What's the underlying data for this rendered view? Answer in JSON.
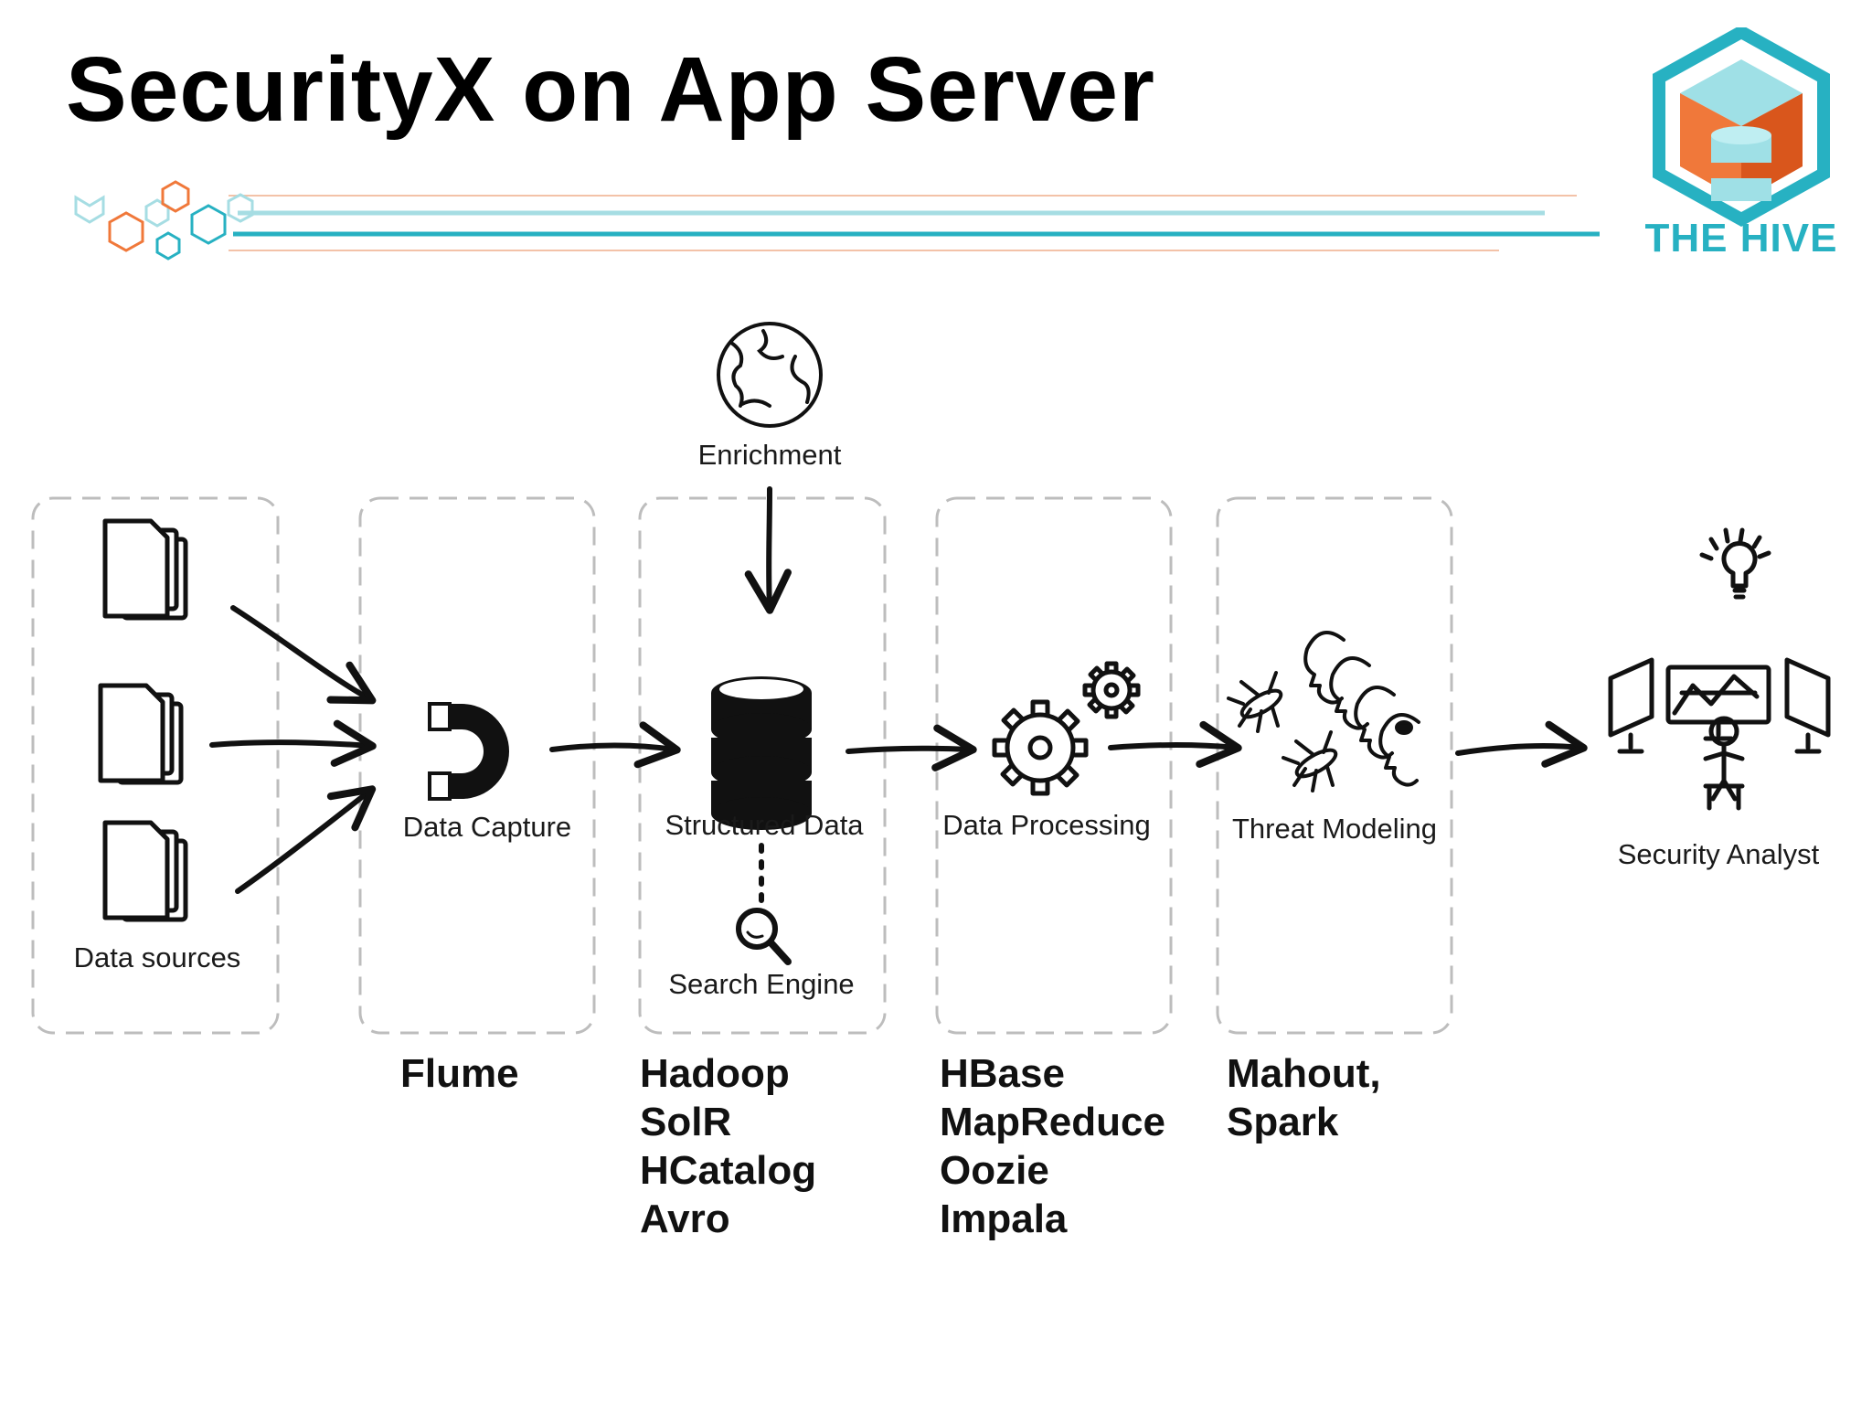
{
  "slide": {
    "title": "SecurityX on App Server"
  },
  "logo": {
    "text": "THE HIVE",
    "colors": {
      "teal": "#27b1c2",
      "orange": "#f0783a",
      "dark_orange": "#d9561c",
      "light_teal": "#9fe0e6"
    }
  },
  "diagram": {
    "nodes": {
      "enrichment": "Enrichment",
      "data_sources": "Data sources",
      "data_capture": "Data Capture",
      "structured_data": "Structured Data",
      "search_engine": "Search Engine",
      "data_processing": "Data Processing",
      "threat_modeling": "Threat Modeling",
      "security_analyst": "Security Analyst"
    },
    "icons": {
      "enrichment": "globe-icon",
      "data_sources": "documents-icon",
      "data_capture": "magnet-icon",
      "structured_data": "database-icon",
      "search_engine": "magnifier-icon",
      "data_processing": "gears-icon",
      "threat_modeling": "attackers-icon",
      "security_analyst": "analyst-icon"
    }
  },
  "technologies": {
    "capture": [
      "Flume"
    ],
    "storage": [
      "Hadoop",
      "SolR",
      "HCatalog",
      "Avro"
    ],
    "processing": [
      "HBase",
      "MapReduce",
      "Oozie",
      "Impala"
    ],
    "modeling": [
      "Mahout,",
      "Spark"
    ]
  }
}
